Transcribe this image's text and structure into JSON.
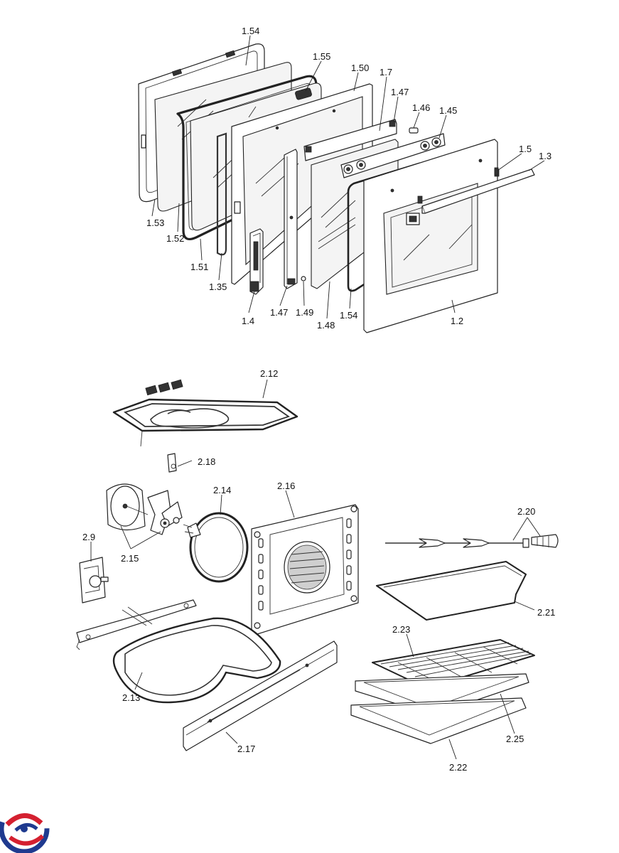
{
  "labels": {
    "p1_54a": "1.54",
    "p1_55": "1.55",
    "p1_50": "1.50",
    "p1_7": "1.7",
    "p1_47a": "1.47",
    "p1_46": "1.46",
    "p1_45": "1.45",
    "p1_5": "1.5",
    "p1_3": "1.3",
    "p1_53": "1.53",
    "p1_52": "1.52",
    "p1_51": "1.51",
    "p1_35": "1.35",
    "p1_4": "1.4",
    "p1_47b": "1.47",
    "p1_49": "1.49",
    "p1_48": "1.48",
    "p1_54b": "1.54",
    "p1_2": "1.2",
    "p2_12": "2.12",
    "p2_18": "2.18",
    "p2_14": "2.14",
    "p2_16": "2.16",
    "p2_9": "2.9",
    "p2_15": "2.15",
    "p2_13": "2.13",
    "p2_17": "2.17",
    "p2_20": "2.20",
    "p2_21": "2.21",
    "p2_23": "2.23",
    "p2_25": "2.25",
    "p2_22": "2.22"
  },
  "logo": {
    "icon": "swirl-logo-icon",
    "colors": [
      "#1f3a8f",
      "#d42030"
    ]
  }
}
